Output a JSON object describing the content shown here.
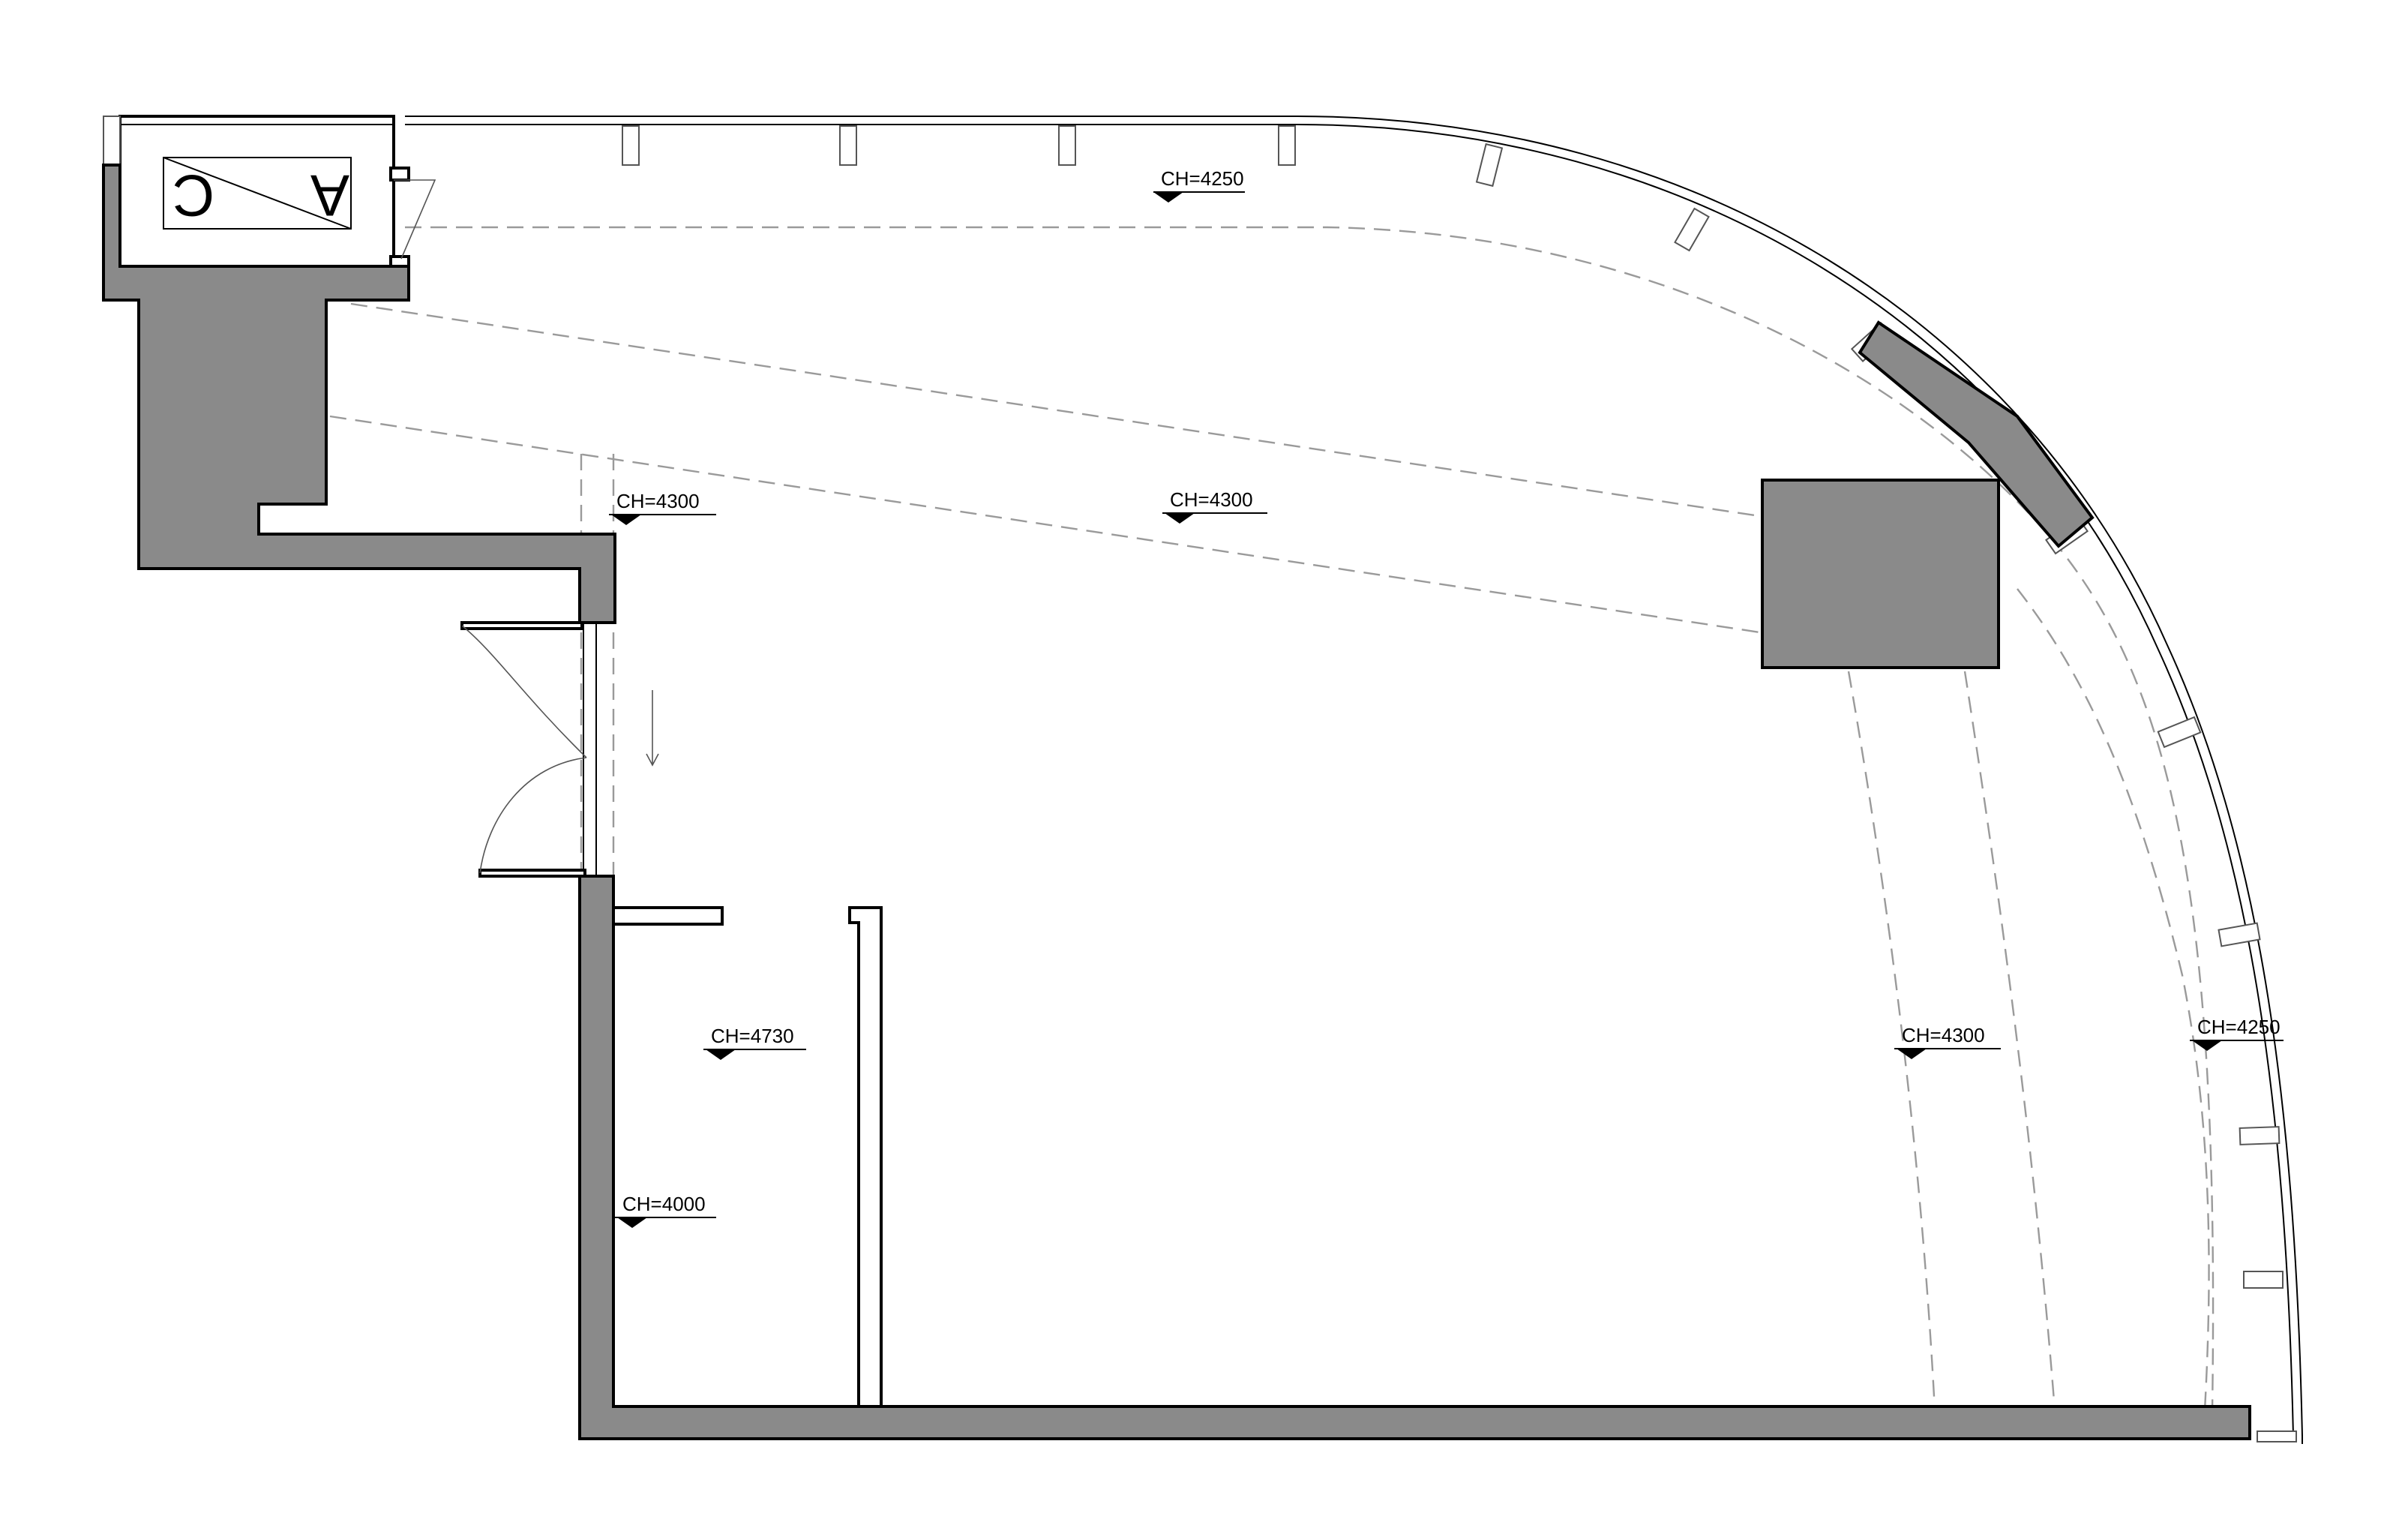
{
  "ceiling_heights": [
    {
      "label": "CH=4250"
    },
    {
      "label": "CH=4300"
    },
    {
      "label": "CH=4300"
    },
    {
      "label": "CH=4730"
    },
    {
      "label": "CH=4000"
    },
    {
      "label": "CH=4300"
    },
    {
      "label": "CH=4250"
    }
  ],
  "ac_unit": {
    "left_letter": "C",
    "right_letter": "A"
  }
}
